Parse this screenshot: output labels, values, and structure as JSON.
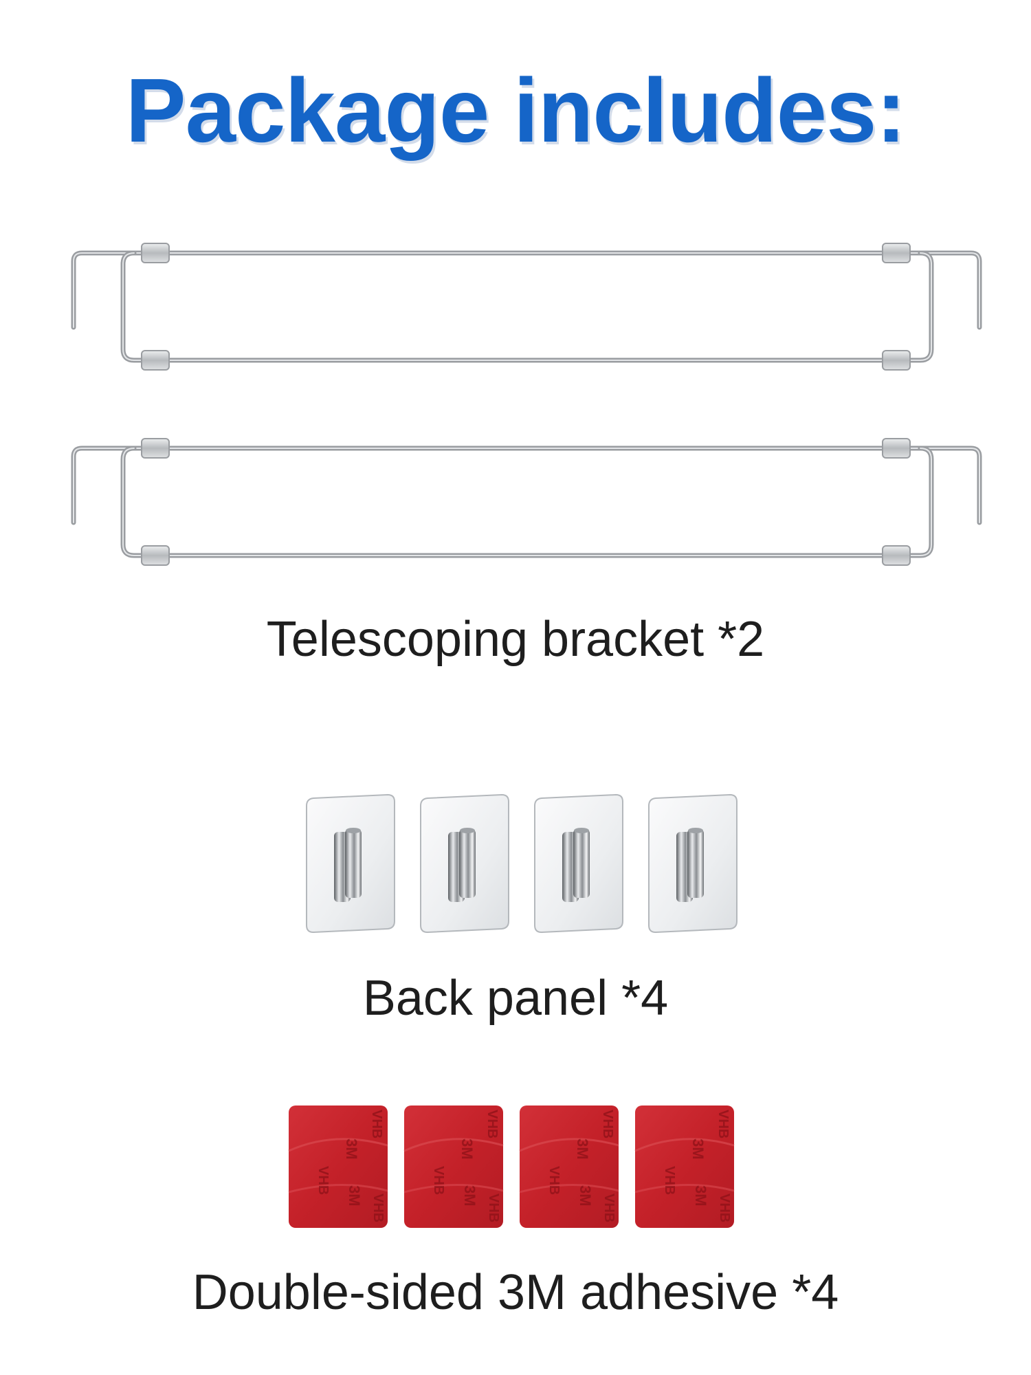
{
  "title": "Package includes:",
  "items": [
    {
      "label": "Telescoping bracket *2",
      "count": 2,
      "icon": "telescoping-bracket-icon"
    },
    {
      "label": "Back panel *4",
      "count": 4,
      "icon": "back-panel-icon"
    },
    {
      "label": "Double-sided 3M adhesive *4",
      "count": 4,
      "icon": "adhesive-pad-icon"
    }
  ],
  "adhesive_print": {
    "brand": "3M",
    "product": "VHB"
  },
  "colors": {
    "title": "#1565c8",
    "caption": "#1e1e1e",
    "adhesive_red": "#c8242c",
    "steel": "#a9acb0"
  }
}
